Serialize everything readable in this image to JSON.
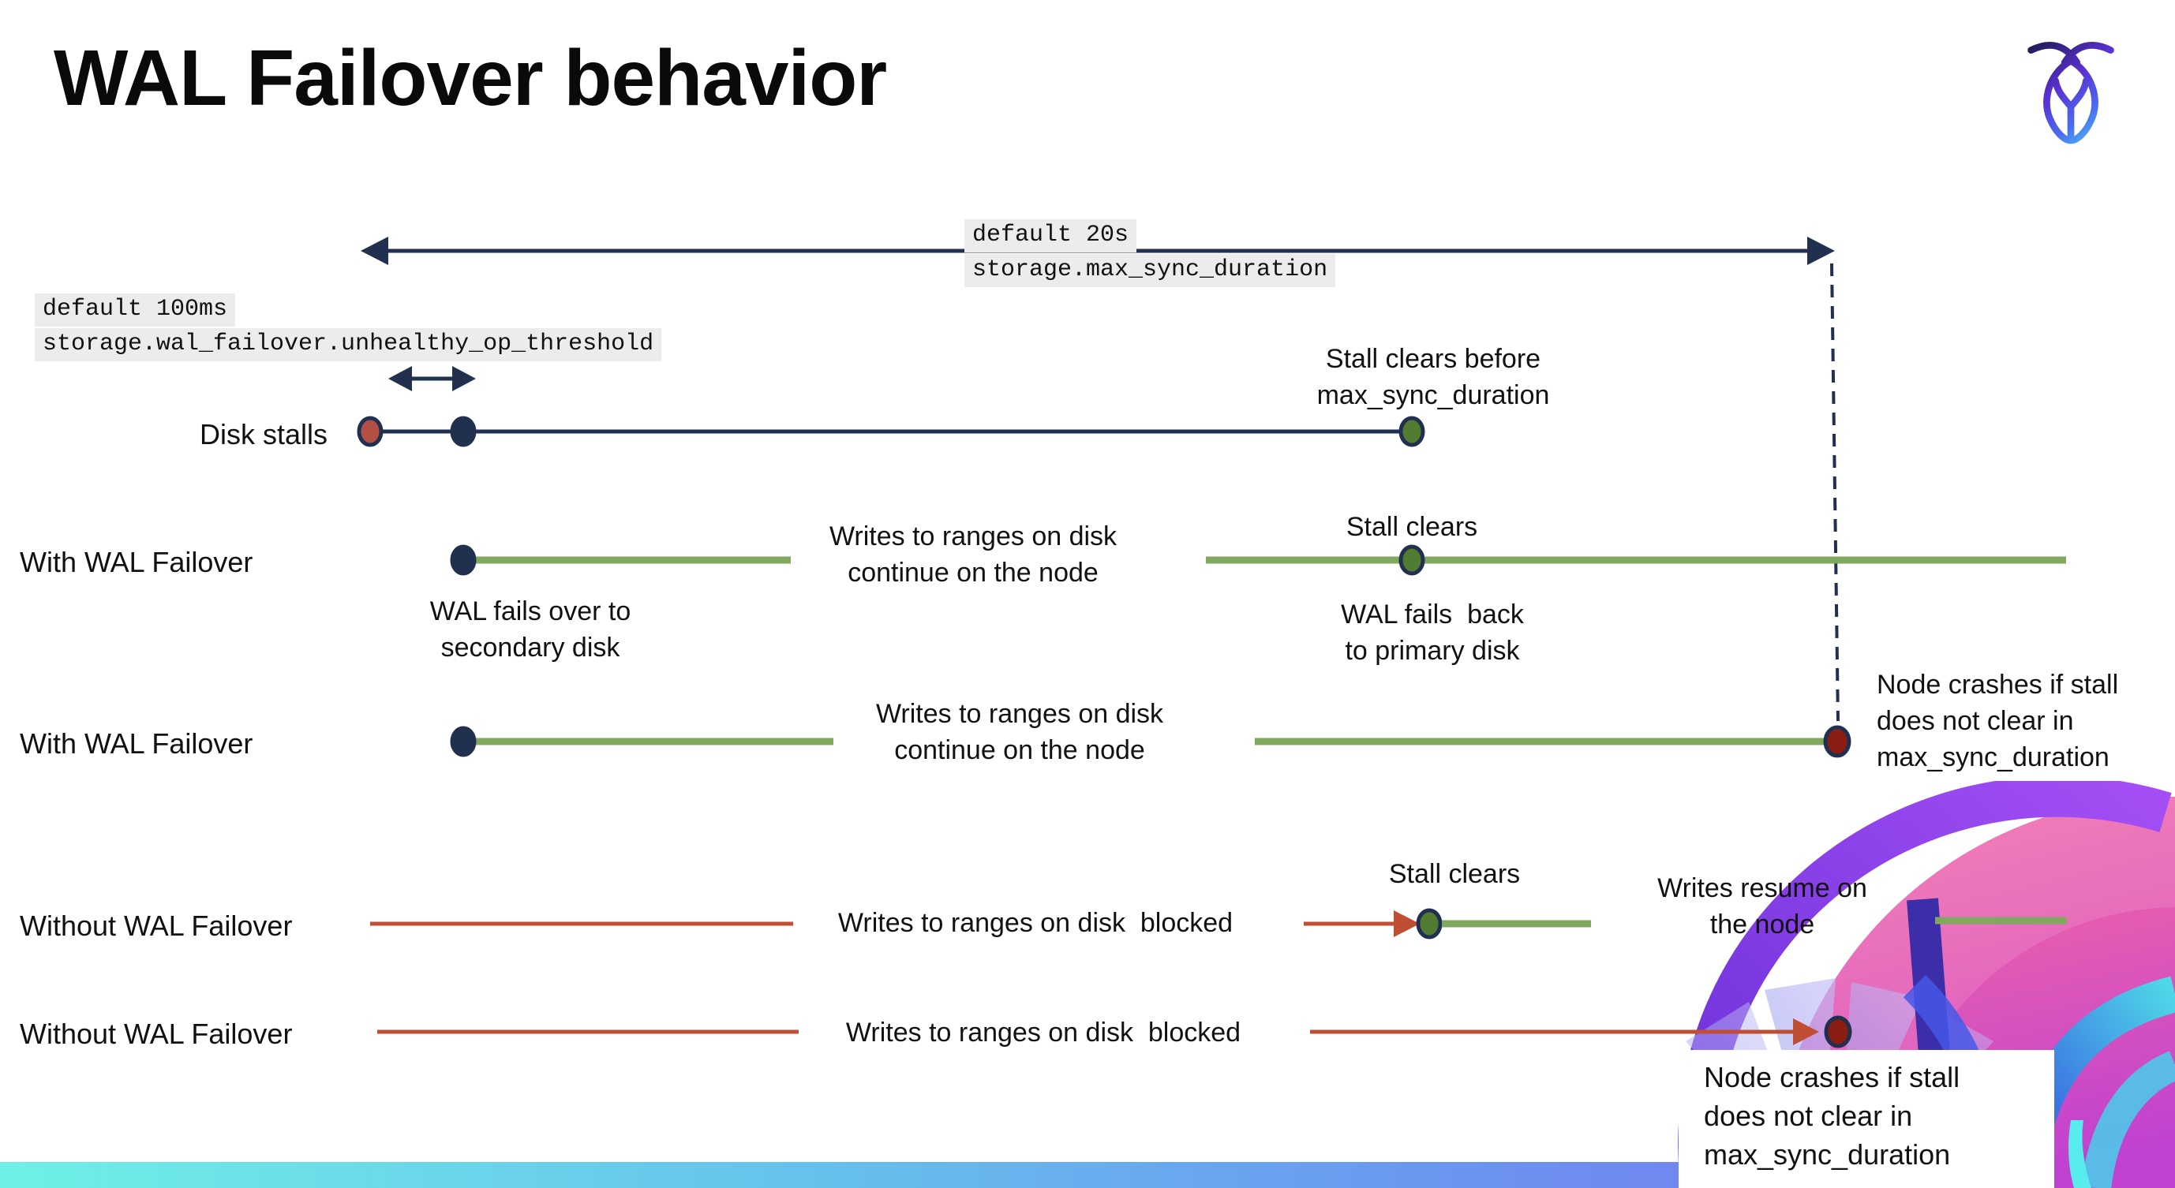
{
  "palette": {
    "navy": "#22304f",
    "green-line": "#80a85e",
    "green-dot": "#537c33",
    "red-line": "#bf4e33",
    "red-dot": "#b25043",
    "dark-red-dot": "#8c1d12",
    "code-bg": "#ececec",
    "text": "#111111",
    "footer-cyan": "#6ff0e6",
    "footer-blue": "#66c0ec",
    "footer-violet": "#7c6cf2"
  },
  "header": {
    "title": "WAL Failover behavior"
  },
  "icons": {
    "brand": "cockroachdb-mark"
  },
  "annotations": {
    "max_sync_duration": {
      "default": "default 20s",
      "setting": "storage.max_sync_duration"
    },
    "unhealthy_op_threshold": {
      "default": "default 100ms",
      "setting": "storage.wal_failover.unhealthy_op_threshold"
    }
  },
  "rows": {
    "disk_stalls": {
      "label": "Disk stalls"
    },
    "with_wal_1": {
      "label": "With WAL Failover"
    },
    "with_wal_2": {
      "label": "With WAL Failover"
    },
    "without_wal_1": {
      "label": "Without WAL Failover"
    },
    "without_wal_2": {
      "label": "Without WAL Failover"
    }
  },
  "events": {
    "stall_clears_before": "Stall clears before\nmax_sync_duration",
    "stall_clears": "Stall clears",
    "writes_continue": "Writes to ranges on disk\ncontinue on the node",
    "wal_fails_over": "WAL fails over to\nsecondary disk",
    "wal_fails_back": "WAL fails  back\nto primary disk",
    "node_crashes": "Node crashes if stall\ndoes not clear in\nmax_sync_duration",
    "writes_blocked": "Writes to ranges on disk  blocked",
    "writes_resume": "Writes resume on\nthe node"
  }
}
